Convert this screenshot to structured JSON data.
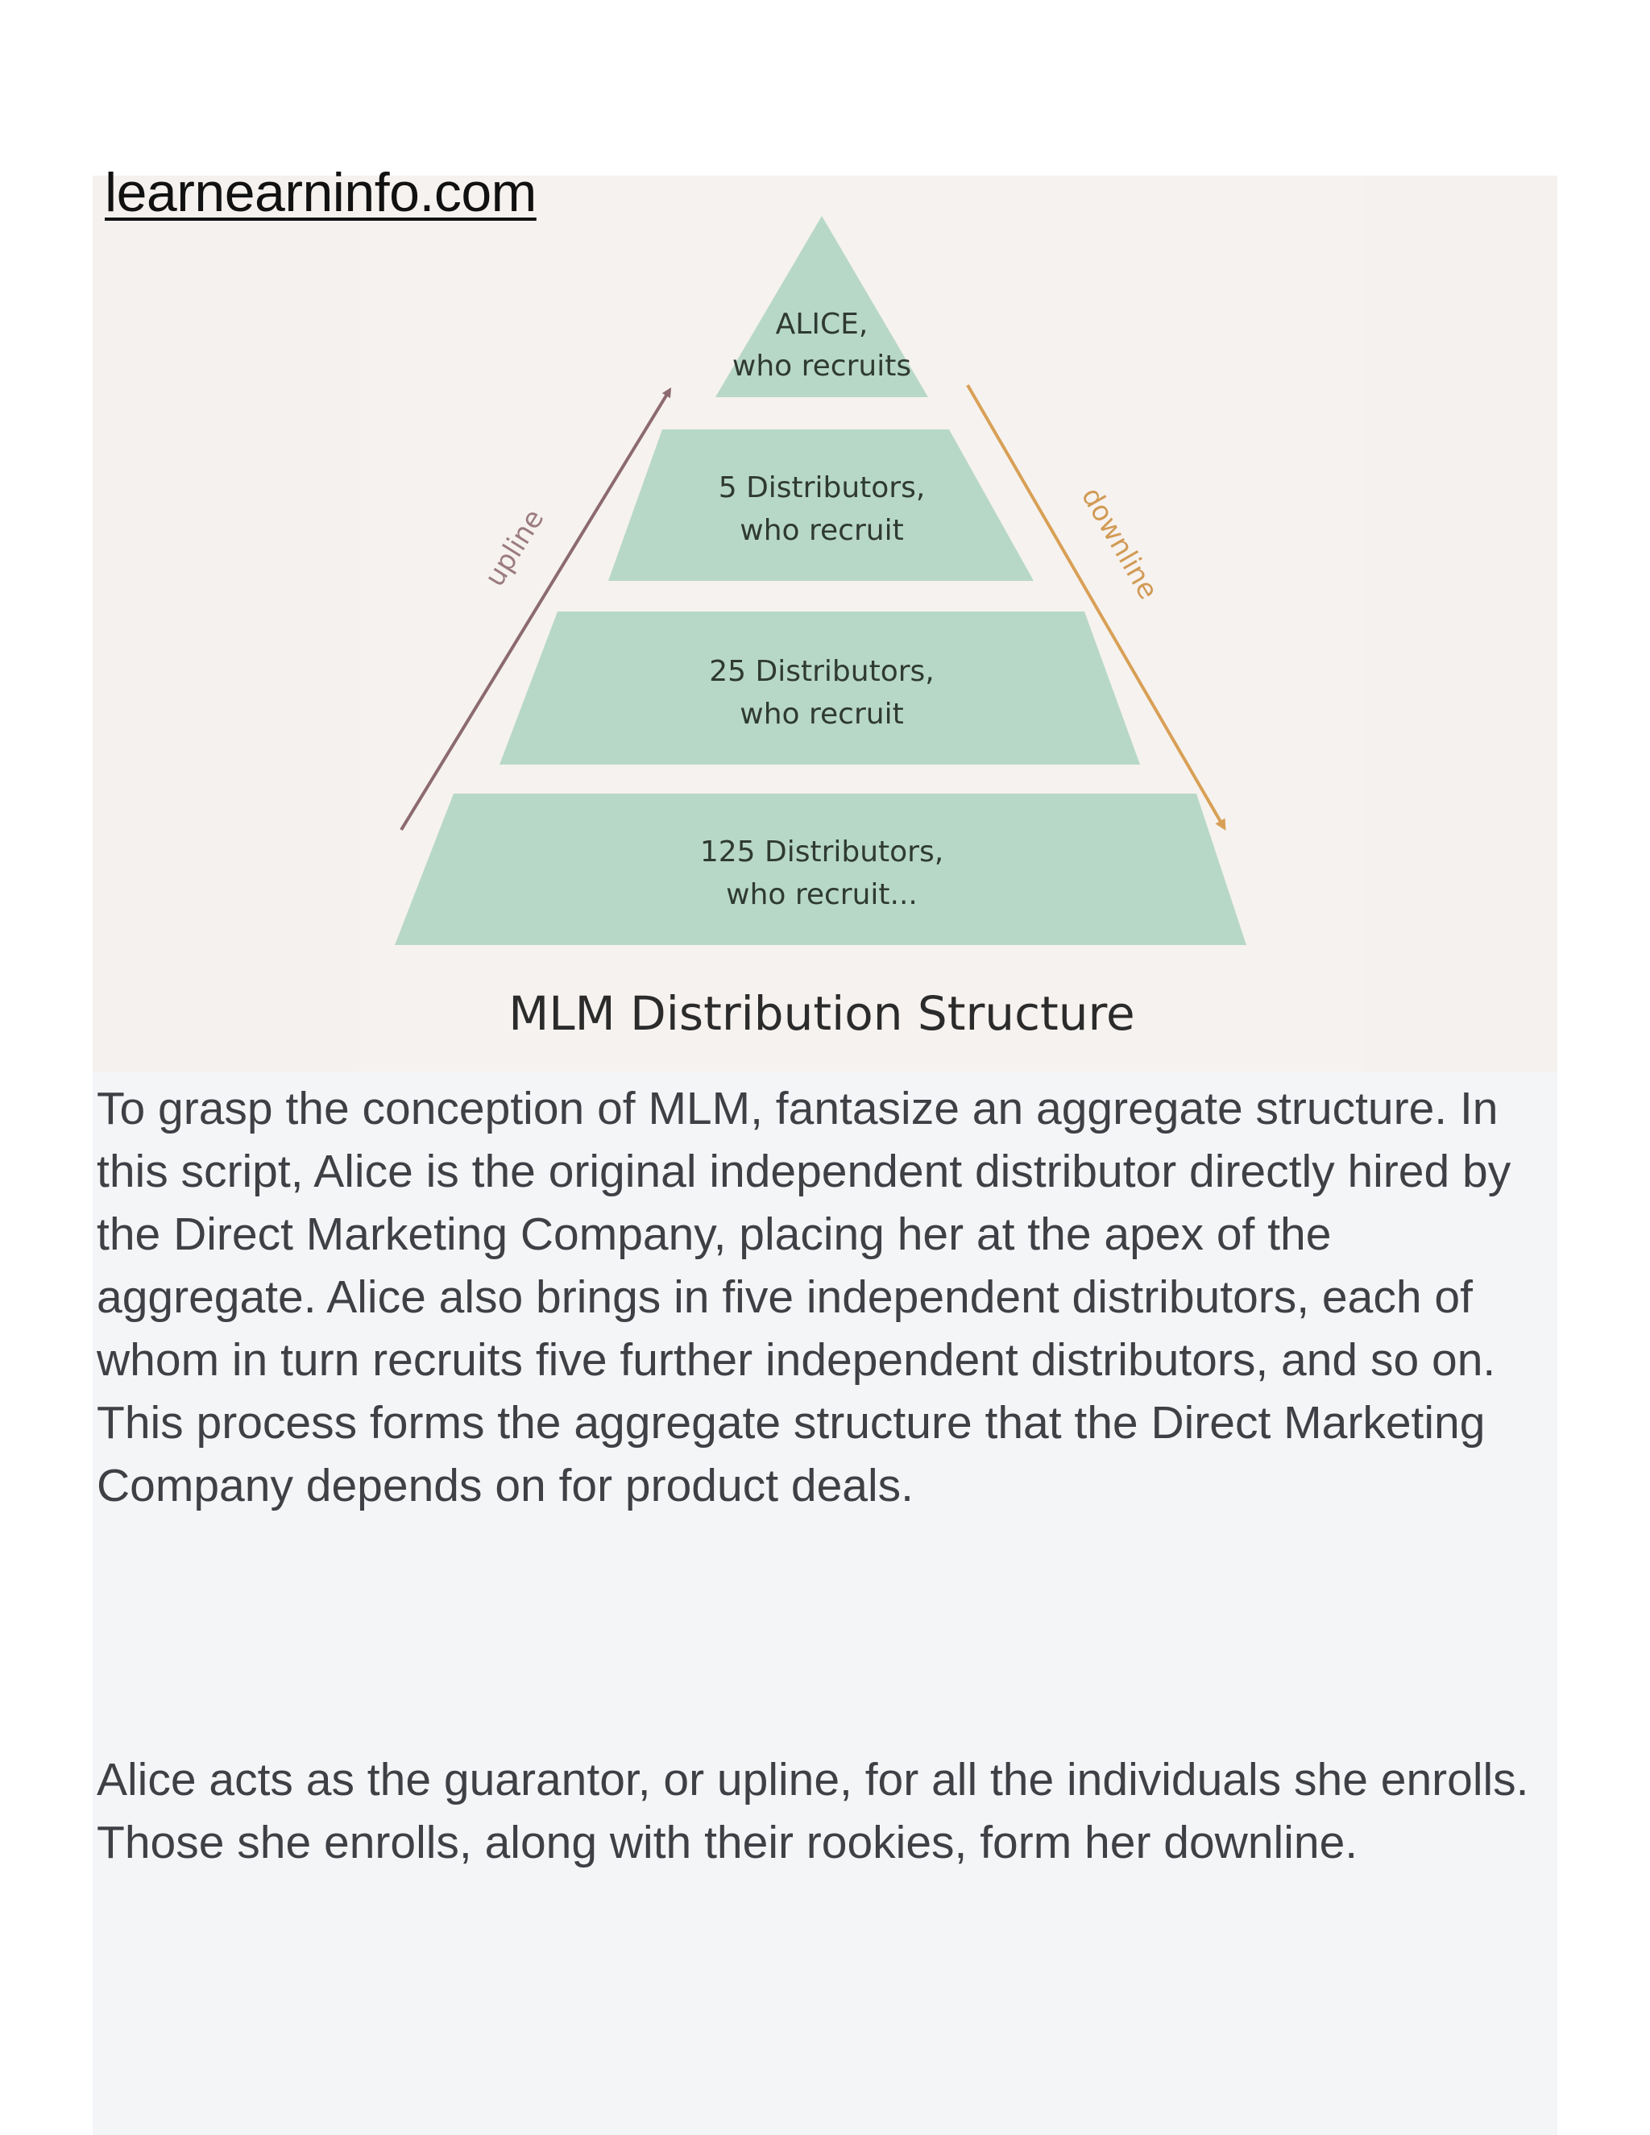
{
  "source_label": "learnearninfo.com",
  "diagram": {
    "tiers": [
      {
        "line1": "ALICE,",
        "line2": "who recruits"
      },
      {
        "line1": "5 Distributors,",
        "line2": "who recruit"
      },
      {
        "line1": "25 Distributors,",
        "line2": "who recruit"
      },
      {
        "line1": "125 Distributors,",
        "line2": "who recruit..."
      }
    ],
    "upline_label": "upline",
    "downline_label": "downline",
    "title": "MLM Distribution Structure",
    "colors": {
      "tier_fill": "#b8d8c7",
      "upline_arrow": "#8c6a70",
      "downline_arrow": "#d8a056"
    }
  },
  "paragraphs": [
    "To grasp the conception of MLM, fantasize an aggregate structure. In this script, Alice is the original independent distributor directly hired by the Direct Marketing Company, placing her at the apex of the aggregate. Alice also brings in five independent distributors, each of whom in turn recruits five further independent distributors, and so on. This process forms the aggregate structure that the Direct Marketing Company depends on for product deals.",
    " Alice acts as the guarantor, or upline, for all the individuals she enrolls. Those she enrolls, along with their rookies, form her downline."
  ]
}
